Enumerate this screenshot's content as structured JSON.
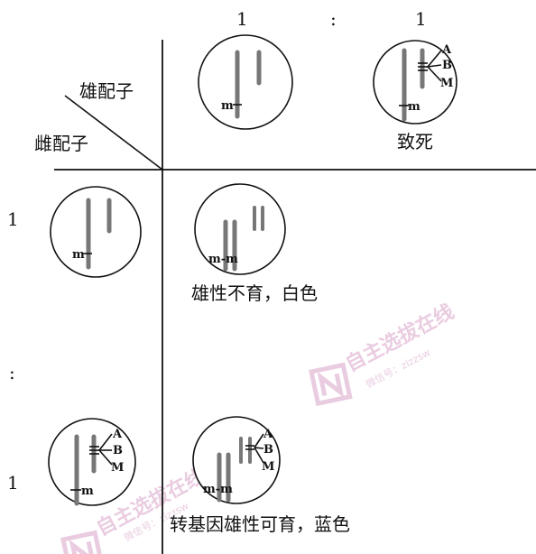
{
  "header": {
    "male_gamete_label": "雄配子",
    "female_gamete_label": "雌配子"
  },
  "ratios": {
    "top_left": "1",
    "top_colon": ":",
    "top_right": "1",
    "left_top": "1",
    "left_colon": ":",
    "left_bottom": "1"
  },
  "genes": {
    "m": "m",
    "A": "A",
    "B": "B",
    "M": "M",
    "mm": "m-m"
  },
  "results": {
    "lethal": "致死",
    "sterile_white": "雄性不育，白色",
    "fertile_blue": "转基因雄性可育，蓝色"
  },
  "colors": {
    "chromosome": "#777777",
    "watermark": "#d9a3c9"
  },
  "watermark": {
    "brand": "自主选拔在线",
    "wechat": "微信号：zizzsw",
    "logo_letter": "N"
  }
}
